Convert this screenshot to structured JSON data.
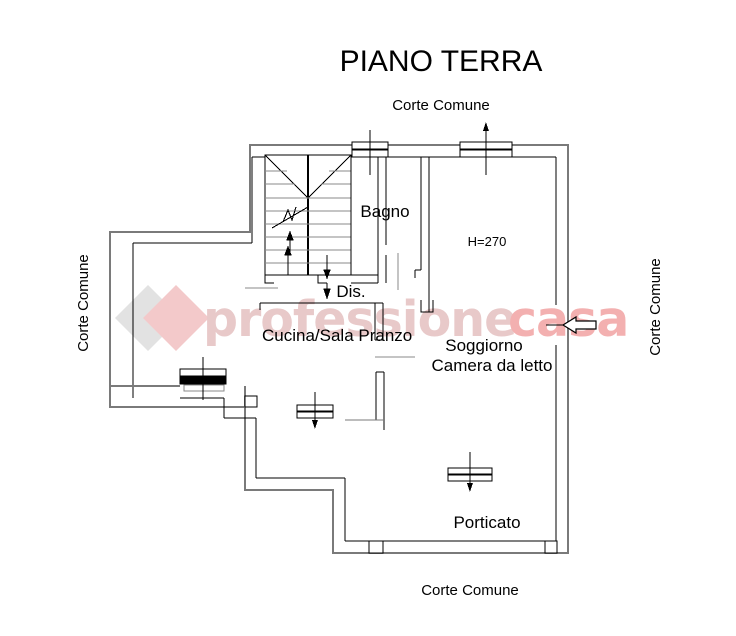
{
  "title": "PIANO TERRA",
  "edge_labels": {
    "top": "Corte Comune",
    "left": "Corte Comune",
    "right": "Corte Comune",
    "bottom": "Corte Comune"
  },
  "rooms": [
    {
      "id": "bagno",
      "label": "Bagno"
    },
    {
      "id": "disimpegno",
      "label": "Dis."
    },
    {
      "id": "cucina",
      "label": "Cucina/Sala Pranzo"
    },
    {
      "id": "soggiorno",
      "label": "Soggiorno"
    },
    {
      "id": "camera",
      "label": "Camera da letto"
    },
    {
      "id": "porticato",
      "label": "Porticato"
    }
  ],
  "annotations": {
    "ceiling_height": "H=270"
  },
  "watermark": {
    "text_part1": "professione",
    "text_part2": "casa",
    "color_part1": "#e8c9c9",
    "color_part2": "#f3b0b0",
    "diamond_grey": "#e2e2e2",
    "diamond_pink": "#f3c9ca"
  },
  "colors": {
    "wall": "#000000",
    "wall_light": "#808080",
    "background": "#ffffff"
  }
}
